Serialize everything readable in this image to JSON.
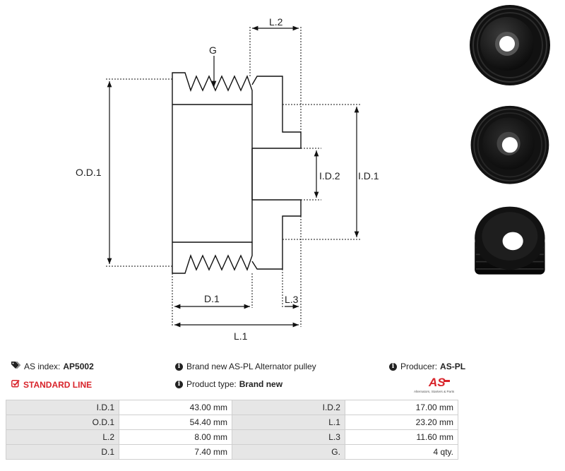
{
  "diagram": {
    "labels": {
      "g": "G",
      "l2": "L.2",
      "od1": "O.D.1",
      "id2": "I.D.2",
      "id1": "I.D.1",
      "d1": "D.1",
      "l3": "L.3",
      "l1": "L.1"
    }
  },
  "photos": [
    {
      "alt": "pulley-front-view"
    },
    {
      "alt": "pulley-angled-view"
    },
    {
      "alt": "pulley-side-view"
    }
  ],
  "info": {
    "as_index_label": "AS index:",
    "as_index_value": "AP5002",
    "standard_line": "STANDARD LINE",
    "description": "Brand new AS-PL Alternator pulley",
    "product_type_label": "Product type:",
    "product_type_value": "Brand new",
    "producer_label": "Producer:",
    "producer_value": "AS-PL",
    "logo_text": "AS",
    "logo_tagline": "Alternators, Starters & Parts"
  },
  "colors": {
    "accent_red": "#d8232a",
    "table_key_bg": "#e6e6e6",
    "pulley_black": "#111111"
  },
  "specs": [
    [
      {
        "k": "I.D.1",
        "v": "43.00 mm"
      },
      {
        "k": "I.D.2",
        "v": "17.00 mm"
      }
    ],
    [
      {
        "k": "O.D.1",
        "v": "54.40 mm"
      },
      {
        "k": "L.1",
        "v": "23.20 mm"
      }
    ],
    [
      {
        "k": "L.2",
        "v": "8.00 mm"
      },
      {
        "k": "L.3",
        "v": "11.60 mm"
      }
    ],
    [
      {
        "k": "D.1",
        "v": "7.40 mm"
      },
      {
        "k": "G.",
        "v": "4 qty."
      }
    ]
  ]
}
